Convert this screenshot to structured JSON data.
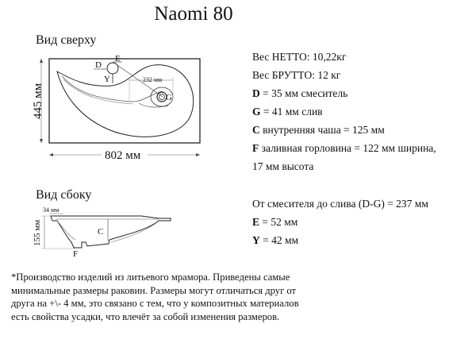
{
  "title": "Naomi 80",
  "top_view": {
    "heading": "Вид сверху",
    "width_label": "802 мм",
    "height_label": "445 мм",
    "distance_label": "232 мм",
    "markers": {
      "d": "D",
      "e": "E",
      "y": "Y",
      "g": "G"
    }
  },
  "side_view": {
    "heading": "Вид сбоку",
    "rim_label": "34 мм",
    "height_label": "155 мм",
    "markers": {
      "c": "C",
      "f": "F"
    }
  },
  "specs": [
    {
      "key": "",
      "text": "Вес НЕТТО: 10,22кг"
    },
    {
      "key": "",
      "text": "Вес БРУТТО: 12 кг"
    },
    {
      "key": "D",
      "text": " = 35 мм смеситель"
    },
    {
      "key": "G",
      "text": " = 41 мм слив"
    },
    {
      "key": "C",
      "text": " внутренняя чаша = 125 мм"
    },
    {
      "key": "F",
      "text": " заливная горловина = 122 мм ширина,"
    },
    {
      "key": "",
      "text": "17 мм высота"
    }
  ],
  "specs2": [
    {
      "key": "",
      "text": "От смесителя до слива (D-G) = 237 мм"
    },
    {
      "key": "E",
      "text": " = 52 мм"
    },
    {
      "key": "Y",
      "text": " = 42 мм"
    }
  ],
  "note": "*Производство изделий из литьевого мрамора. Приведены самые минимальные размеры раковин. Размеры могут отличаться друг от друга на +\\- 4 мм, это связано с тем, что у композитных материалов есть свойства усадки, что влечёт за собой изменения размеров."
}
